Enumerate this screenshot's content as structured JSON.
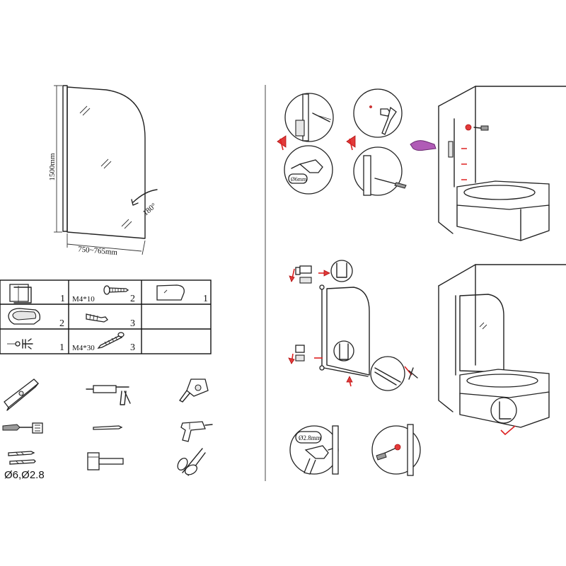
{
  "panel": {
    "height_dim": "1500mm",
    "width_dim": "750~765mm",
    "rotation": "180°"
  },
  "parts": {
    "rows": [
      [
        {
          "qty": "1",
          "label": ""
        },
        {
          "qty": "2",
          "label": "M4*10"
        },
        {
          "qty": "1",
          "label": ""
        }
      ],
      [
        {
          "qty": "2",
          "label": ""
        },
        {
          "qty": "3",
          "label": ""
        },
        {
          "qty": "",
          "label": ""
        }
      ],
      [
        {
          "qty": "1",
          "label": ""
        },
        {
          "qty": "3",
          "label": "M4*30"
        },
        {
          "qty": "",
          "label": ""
        }
      ]
    ]
  },
  "tools": {
    "items": [
      "spirit-level",
      "silicone-gun",
      "tape-measure",
      "screwdriver-set",
      "pencil",
      "electric-drill",
      "drill-bits",
      "hammer",
      "scissors"
    ],
    "drill_sizes": "Ø6,Ø2.8"
  },
  "steps": {
    "drill_bit_1": "Ø6mm",
    "drill_bit_2": "Ø2.8mm"
  },
  "colors": {
    "ink": "#222222",
    "accent_red": "#e23a3a",
    "pointer_purple": "#b05bb6"
  }
}
